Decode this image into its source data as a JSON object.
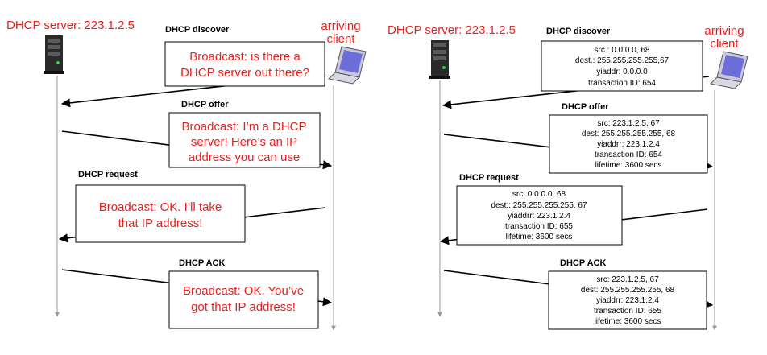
{
  "colors": {
    "accent": "#e8211e",
    "timeline": "#9a9a9a"
  },
  "left": {
    "server_label": "DHCP server: 223.1.2.5",
    "client_label": [
      "arriving",
      "client"
    ],
    "steps": [
      {
        "title": "DHCP discover",
        "lines": [
          "Broadcast: is there a",
          "DHCP server out there?"
        ]
      },
      {
        "title": "DHCP offer",
        "lines": [
          "Broadcast: I’m a DHCP",
          "server! Here’s an IP",
          "address you can use"
        ]
      },
      {
        "title": "DHCP request",
        "lines": [
          "Broadcast: OK.  I’ll take",
          "that IP address!"
        ]
      },
      {
        "title": "DHCP ACK",
        "lines": [
          "Broadcast: OK.  You’ve",
          "got that IP address!"
        ]
      }
    ]
  },
  "right": {
    "server_label": "DHCP server: 223.1.2.5",
    "client_label": [
      "arriving",
      "client"
    ],
    "steps": [
      {
        "title": "DHCP discover",
        "lines": [
          "src : 0.0.0.0, 68",
          "dest.: 255.255.255.255,67",
          "yiaddr:    0.0.0.0",
          "transaction ID: 654"
        ]
      },
      {
        "title": "DHCP offer",
        "lines": [
          "src: 223.1.2.5, 67",
          "dest:  255.255.255.255, 68",
          "yiaddrr: 223.1.2.4",
          "transaction ID: 654",
          "lifetime: 3600 secs"
        ]
      },
      {
        "title": "DHCP request",
        "lines": [
          "src:  0.0.0.0, 68",
          "dest::  255.255.255.255, 67",
          "yiaddrr: 223.1.2.4",
          "transaction ID: 655",
          "lifetime: 3600 secs"
        ]
      },
      {
        "title": "DHCP ACK",
        "lines": [
          "src: 223.1.2.5, 67",
          "dest:  255.255.255.255, 68",
          "yiaddrr: 223.1.2.4",
          "transaction ID: 655",
          "lifetime: 3600 secs"
        ]
      }
    ]
  }
}
